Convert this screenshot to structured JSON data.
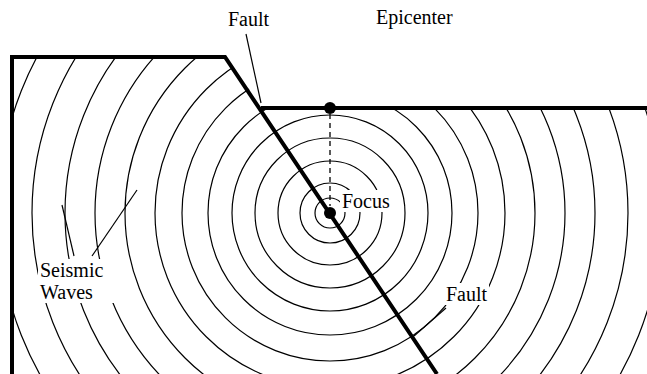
{
  "diagram": {
    "labels": [
      "Fault",
      "Epicenter",
      "Focus",
      "Seismic Waves",
      "Fault"
    ]
  }
}
